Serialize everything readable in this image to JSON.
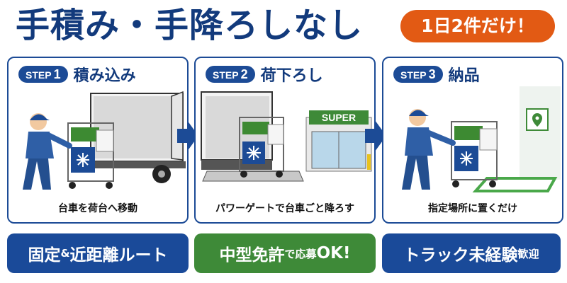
{
  "header": {
    "headline": "手積み・手降ろしなし",
    "badge": "1日2件だけ！"
  },
  "steps": [
    {
      "step_label": "STEP",
      "step_number": "1",
      "title": "積み込み",
      "caption": "台車を荷台へ移動"
    },
    {
      "step_label": "STEP",
      "step_number": "2",
      "title": "荷下ろし",
      "caption": "パワーゲートで台車ごと降ろす"
    },
    {
      "step_label": "STEP",
      "step_number": "3",
      "title": "納品",
      "caption": "指定場所に置くだけ"
    }
  ],
  "store_sign": "SUPER",
  "banners": [
    {
      "main": "固定",
      "small": "&",
      "tail": "近距離ルート"
    },
    {
      "main": "中型免許",
      "small": "で応募",
      "tail": "OK!"
    },
    {
      "main": "トラック未経験",
      "small": "歓迎",
      "tail": ""
    }
  ],
  "colors": {
    "navy": "#1c4b96",
    "heading": "#123a7c",
    "orange": "#e25a14",
    "green": "#3e8a38"
  },
  "icons": [
    "snowflake-icon",
    "arrow-right-icon",
    "map-pin-icon"
  ]
}
